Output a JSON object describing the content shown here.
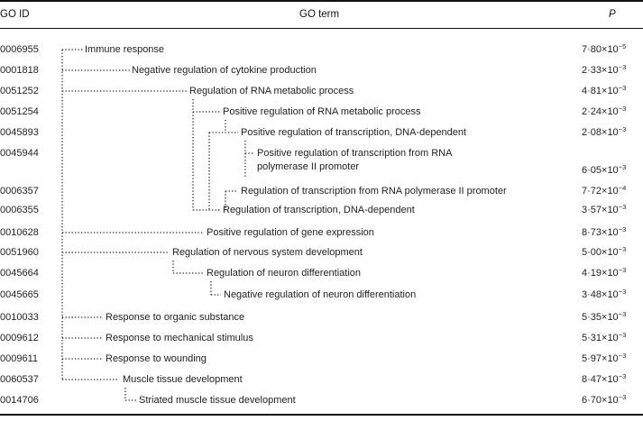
{
  "header": {
    "go_id": "GO ID",
    "go_term": "GO term",
    "p": "P"
  },
  "rows": [
    {
      "id": "0006955",
      "term": "Immune response",
      "p_mant": "7·80×10",
      "p_exp": "−5"
    },
    {
      "id": "0001818",
      "term": "Negative regulation of cytokine production",
      "p_mant": "2·33×10",
      "p_exp": "−3"
    },
    {
      "id": "0051252",
      "term": "Regulation of RNA metabolic process",
      "p_mant": "4·81×10",
      "p_exp": "−3"
    },
    {
      "id": "0051254",
      "term": "Positive regulation of RNA metabolic process",
      "p_mant": "2·24×10",
      "p_exp": "−3"
    },
    {
      "id": "0045893",
      "term": "Positive regulation of transcription, DNA-dependent",
      "p_mant": "2·08×10",
      "p_exp": "−3"
    },
    {
      "id": "0045944",
      "term1": "Positive regulation of transcription from RNA",
      "term2": "polymerase II promoter",
      "p_mant": "6·05×10",
      "p_exp": "−3"
    },
    {
      "id": "0006357",
      "term": "Regulation of transcription from RNA polymerase II promoter",
      "p_mant": "7·72×10",
      "p_exp": "−4"
    },
    {
      "id": "0006355",
      "term": "Regulation of transcription, DNA-dependent",
      "p_mant": "3·57×10",
      "p_exp": "−3"
    },
    {
      "id": "0010628",
      "term": "Positive regulation of gene expression",
      "p_mant": "8·73×10",
      "p_exp": "−3"
    },
    {
      "id": "0051960",
      "term": "Regulation of nervous system development",
      "p_mant": "5·00×10",
      "p_exp": "−3"
    },
    {
      "id": "0045664",
      "term": "Regulation of neuron differentiation",
      "p_mant": "4·19×10",
      "p_exp": "−3"
    },
    {
      "id": "0045665",
      "term": "Negative regulation of neuron differentiation",
      "p_mant": "3·48×10",
      "p_exp": "−3"
    },
    {
      "id": "0010033",
      "term": "Response to organic substance",
      "p_mant": "5·35×10",
      "p_exp": "−3"
    },
    {
      "id": "0009612",
      "term": "Response to mechanical stimulus",
      "p_mant": "5·31×10",
      "p_exp": "−3"
    },
    {
      "id": "0009611",
      "term": "Response to wounding",
      "p_mant": "5·97×10",
      "p_exp": "−3"
    },
    {
      "id": "0060537",
      "term": "Muscle tissue development",
      "p_mant": "8·47×10",
      "p_exp": "−3"
    },
    {
      "id": "0014706",
      "term": "Striated muscle tissue development",
      "p_mant": "6·70×10",
      "p_exp": "−3"
    }
  ]
}
